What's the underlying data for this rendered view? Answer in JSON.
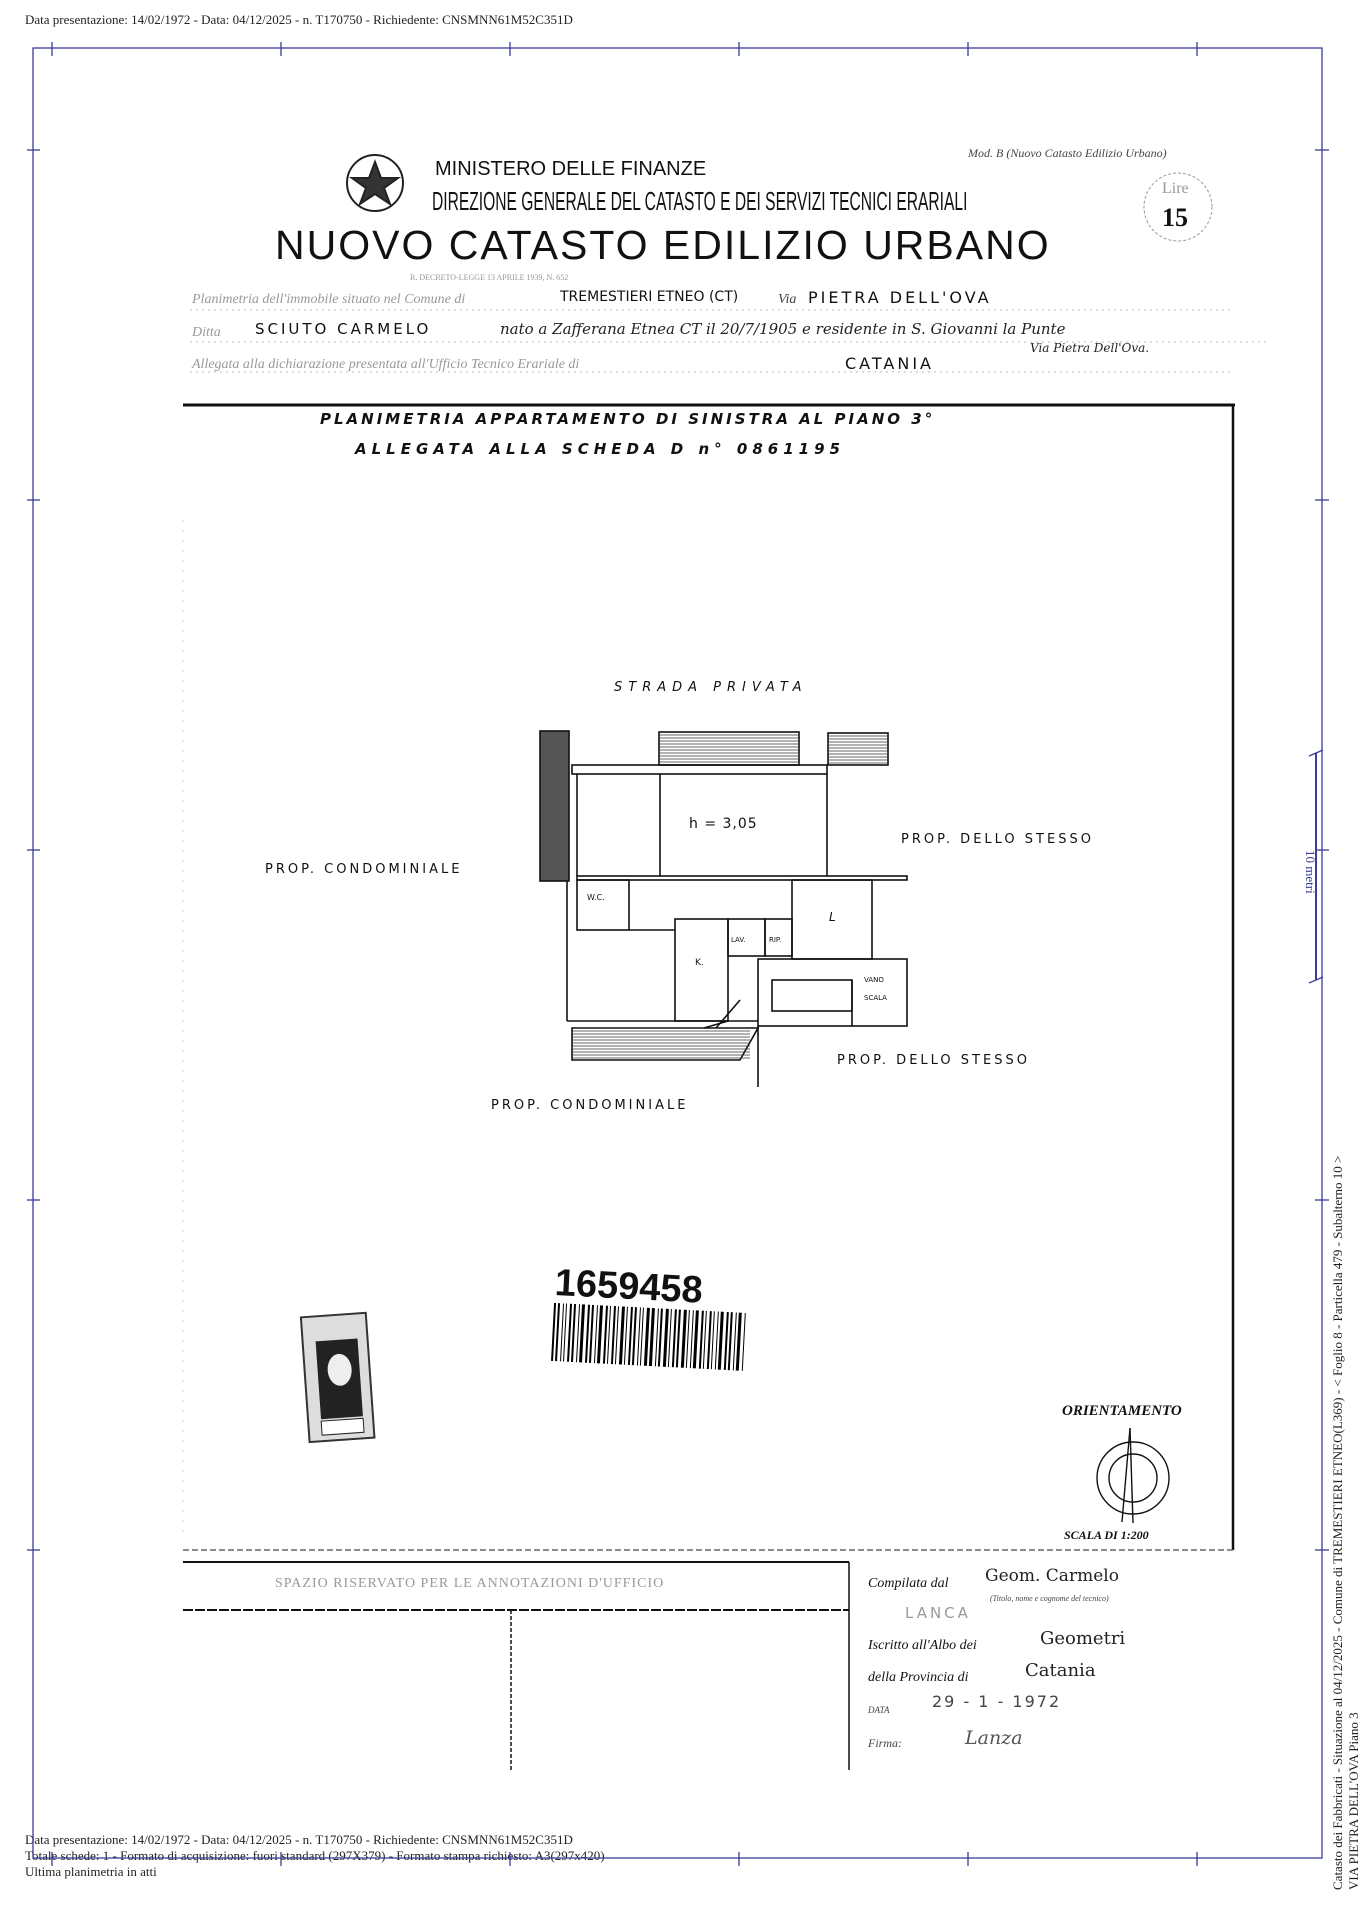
{
  "header_meta": "Data presentazione: 14/02/1972 - Data: 04/12/2025 - n. T170750 - Richiedente: CNSMNN61M52C351D",
  "footer_meta": {
    "line1": "Data presentazione: 14/02/1972 - Data: 04/12/2025 - n. T170750 - Richiedente: CNSMNN61M52C351D",
    "line2": "Totale schede: 1 - Formato di acquisizione: fuori standard (297X379) - Formato stampa richiesto: A3(297x420)",
    "line3": "Ultima planimetria in atti"
  },
  "side_meta": {
    "line1": "Catasto dei Fabbricati - Situazione al 04/12/2025 - Comune di TREMESTIERI ETNEO(L369) - < Foglio 8 - Particella 479 - Subalterno 10 >",
    "line2": "VIA PIETRA DELL'OVA Piano 3"
  },
  "scale_ruler": "10 metri",
  "form": {
    "model": "Mod. B (Nuovo Catasto Edilizio Urbano)",
    "ministry": "MINISTERO DELLE FINANZE",
    "direction": "DIREZIONE GENERALE DEL CATASTO E DEI SERVIZI TECNICI ERARIALI",
    "title": "NUOVO CATASTO EDILIZIO URBANO",
    "decree": "R. DECRETO-LEGGE 13 APRILE 1939, N. 652",
    "stamp_duty_label": "Lire",
    "stamp_duty_value": "15",
    "line1_label": "Planimetria dell'immobile situato nel Comune di",
    "line1_comune": "TREMESTIERI ETNEO (CT)",
    "line1_via_label": "Via",
    "line1_via": "PIETRA DELL'OVA",
    "line2_label": "Ditta",
    "line2_owner": "SCIUTO CARMELO",
    "line2_details": "nato a Zafferana Etnea CT il 20/7/1905 e residente in S. Giovanni la Punte",
    "line2_address": "Via Pietra Dell'Ova.",
    "line3_label": "Allegata alla dichiarazione presentata all'Ufficio Tecnico Erariale di",
    "line3_office": "CATANIA"
  },
  "plan": {
    "title1": "PLANIMETRIA APPARTAMENTO DI SINISTRA AL PIANO 3°",
    "title2": "ALLEGATA ALLA SCHEDA D n° 0861195",
    "street": "STRADA PRIVATA",
    "left_neighbor": "PROP. CONDOMINIALE",
    "right_neighbor": "PROP. DELLO STESSO",
    "lower_right_neighbor": "PROP. DELLO STESSO",
    "bottom_neighbor": "PROP. CONDOMINIALE",
    "height": "h = 3,05",
    "rooms": {
      "wc": "W.C.",
      "kitchen": "K.",
      "laundry": "LAV.",
      "storage": "RIP.",
      "l": "L",
      "stair1": "VANO",
      "stair2": "SCALA"
    },
    "barcode_number": "1659458",
    "orientation": "ORIENTAMENTO",
    "scale": "SCALA DI 1:200"
  },
  "office": {
    "reserved": "SPAZIO RISERVATO PER LE ANNOTAZIONI D'UFFICIO"
  },
  "compiler": {
    "compiled_label": "Compilata dal",
    "compiled_value": "Geom. Carmelo",
    "compiled_hint": "(Titolo, nome e cognome del tecnico)",
    "surname": "LANCA",
    "register_label": "Iscritto all'Albo dei",
    "register_value": "Geometri",
    "province_label": "della Provincia di",
    "province_value": "Catania",
    "date_label": "DATA",
    "date_value": "29 - 1 - 1972",
    "signature_label": "Firma:",
    "signature": "Lanza"
  },
  "colors": {
    "frame": "#3b3d98",
    "ink": "#111111"
  }
}
